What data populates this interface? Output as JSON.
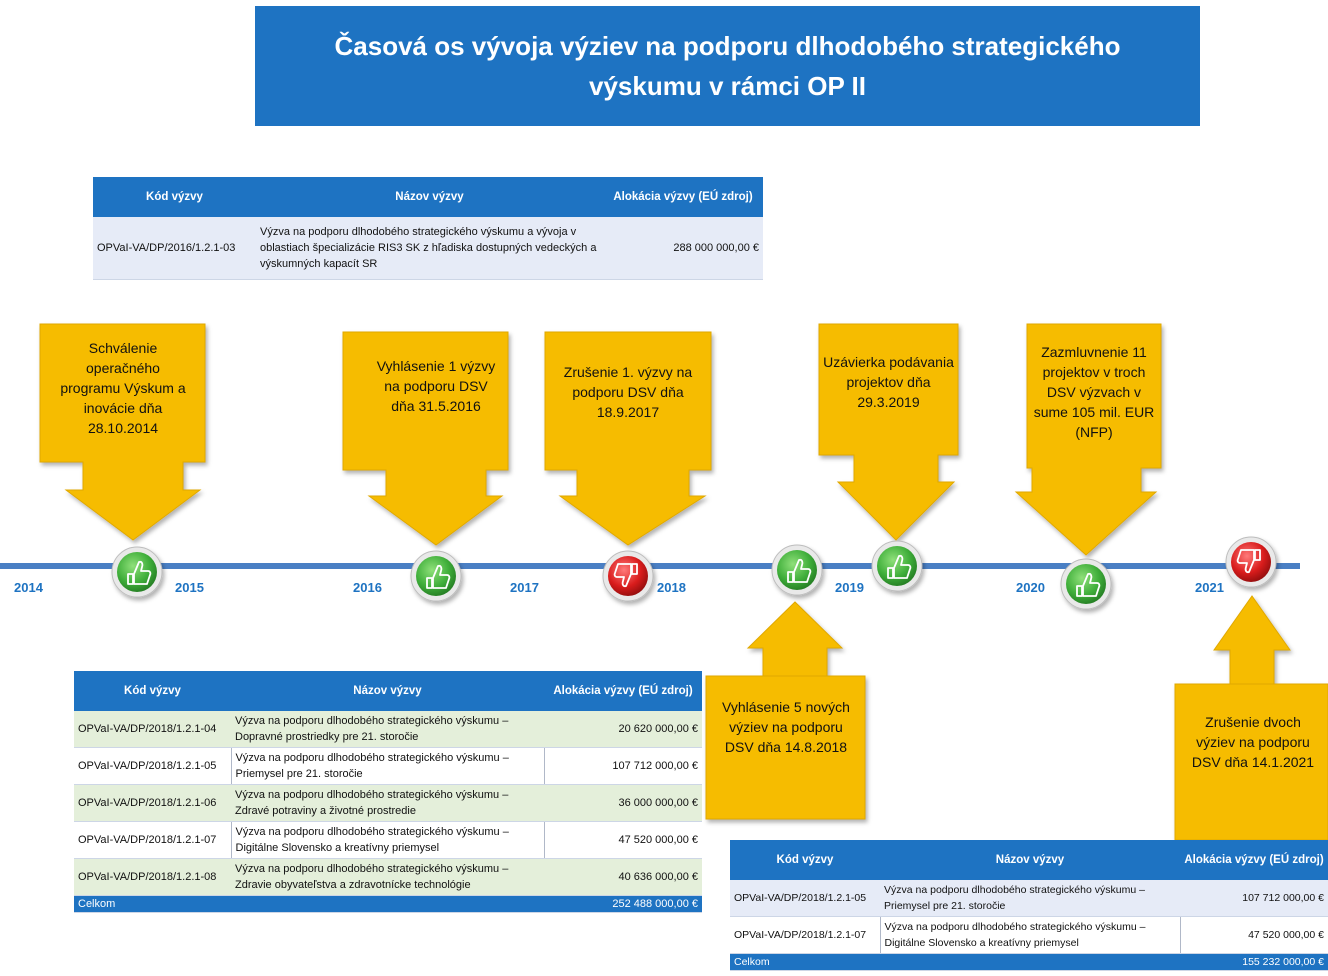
{
  "title": "Časová os vývoja výziev na podporu dlhodobého strategického výskumu v rámci OP II",
  "table_headers": {
    "code": "Kód výzvy",
    "name": "Názov výzvy",
    "alloc": "Alokácia výzvy (EÚ zdroj)"
  },
  "table1": {
    "rows": [
      {
        "code": "OPVaI-VA/DP/2016/1.2.1-03",
        "name": "Výzva na podporu dlhodobého strategického výskumu a vývoja v oblastiach špecializácie RIS3 SK z hľadiska dostupných vedeckých a výskumných kapacít SR",
        "alloc": "288 000 000,00 €"
      }
    ]
  },
  "table2": {
    "rows": [
      {
        "code": "OPVaI-VA/DP/2018/1.2.1-04",
        "name": "Výzva na podporu dlhodobého strategického výskumu – Dopravné prostriedky pre 21. storočie",
        "alloc": "20 620 000,00 €"
      },
      {
        "code": "OPVaI-VA/DP/2018/1.2.1-05",
        "name": "Výzva na podporu dlhodobého strategického výskumu – Priemysel pre 21. storočie",
        "alloc": "107 712 000,00 €"
      },
      {
        "code": "OPVaI-VA/DP/2018/1.2.1-06",
        "name": "Výzva na podporu dlhodobého strategického výskumu – Zdravé potraviny a životné prostredie",
        "alloc": "36 000 000,00 €"
      },
      {
        "code": "OPVaI-VA/DP/2018/1.2.1-07",
        "name": "Výzva na podporu dlhodobého strategického výskumu – Digitálne Slovensko a kreatívny priemysel",
        "alloc": "47 520 000,00 €"
      },
      {
        "code": "OPVaI-VA/DP/2018/1.2.1-08",
        "name": "Výzva na podporu dlhodobého strategického výskumu – Zdravie obyvateľstva a zdravotnícke technológie",
        "alloc": "40 636 000,00 €"
      }
    ],
    "total_label": "Celkom",
    "total_value": "252 488 000,00 €"
  },
  "table3": {
    "rows": [
      {
        "code": "OPVaI-VA/DP/2018/1.2.1-05",
        "name": "Výzva na podporu dlhodobého strategického výskumu – Priemysel pre 21. storočie",
        "alloc": "107 712 000,00 €"
      },
      {
        "code": "OPVaI-VA/DP/2018/1.2.1-07",
        "name": "Výzva na podporu dlhodobého strategického výskumu – Digitálne Slovensko a kreatívny priemysel",
        "alloc": "47 520 000,00 €"
      }
    ],
    "total_label": "Celkom",
    "total_value": "155 232 000,00 €"
  },
  "years": [
    "2014",
    "2015",
    "2016",
    "2017",
    "2018",
    "2019",
    "2020",
    "2021"
  ],
  "callouts": [
    {
      "text": "Schválenie operačného programu Výskum a inovácie dňa 28.10.2014"
    },
    {
      "text": "Vyhlásenie 1 výzvy na podporu DSV dňa 31.5.2016"
    },
    {
      "text": "Zrušenie 1. výzvy na podporu DSV dňa 18.9.2017"
    },
    {
      "text": "Uzávierka podávania projektov dňa 29.3.2019"
    },
    {
      "text": "Zazmluvnenie 11 projektov v troch DSV výzvach v sume 105 mil. EUR (NFP)"
    },
    {
      "text": "Vyhlásenie 5 nových výziev na podporu DSV dňa 14.8.2018"
    },
    {
      "text": "Zrušenie dvoch výziev na podporu DSV dňa 14.1.2021"
    }
  ],
  "markers": [
    {
      "type": "thumbs-up",
      "color": "#3fae3a"
    },
    {
      "type": "thumbs-up",
      "color": "#3fae3a"
    },
    {
      "type": "thumbs-down",
      "color": "#d91c1c"
    },
    {
      "type": "thumbs-up",
      "color": "#3fae3a"
    },
    {
      "type": "thumbs-up",
      "color": "#3fae3a"
    },
    {
      "type": "thumbs-up",
      "color": "#3fae3a"
    },
    {
      "type": "thumbs-down",
      "color": "#d91c1c"
    }
  ],
  "colors": {
    "banner": "#1e73c2",
    "callout": "#f6bc00",
    "axis": "#4a7fc4"
  }
}
